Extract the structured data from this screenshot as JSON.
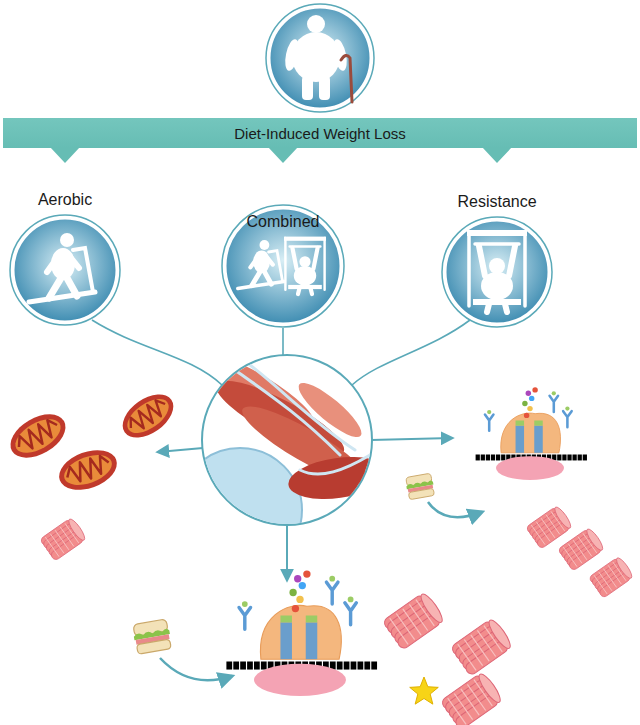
{
  "diagram": {
    "nodes": [
      {
        "text": [
          "Diet-Induced Weight Loss"
        ]
      },
      {
        "text": [
          "Aerobic"
        ]
      },
      {
        "text": [
          "Combined"
        ]
      },
      {
        "text": [
          "Resistance"
        ]
      }
    ],
    "edges": [
      {
        "from": 0,
        "to": 1,
        "arrow": "to"
      },
      {
        "from": 0,
        "to": 2,
        "arrow": "to"
      },
      {
        "from": 0,
        "to": 3,
        "arrow": "to"
      }
    ]
  }
}
